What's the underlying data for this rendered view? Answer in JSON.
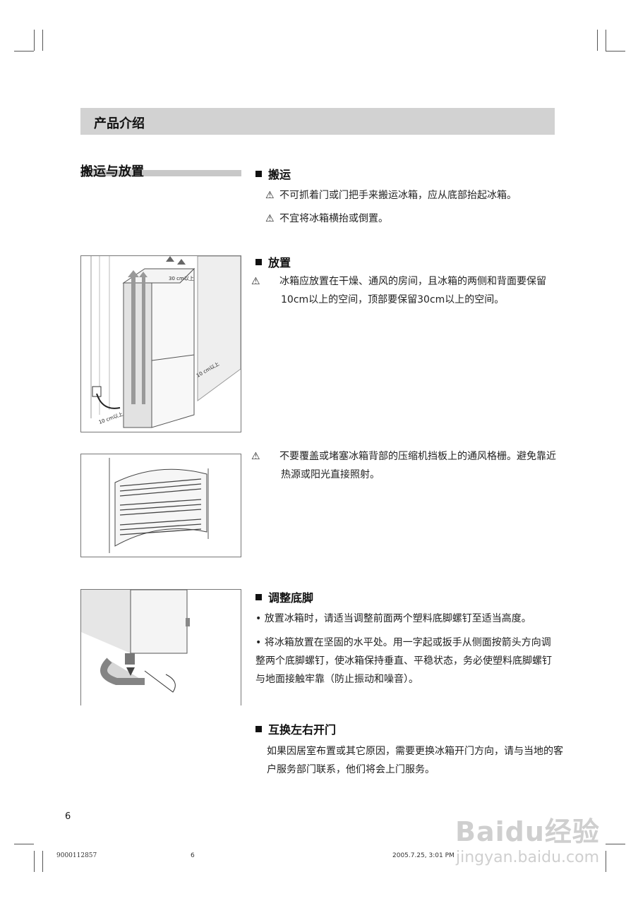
{
  "header": {
    "title": "产品介绍"
  },
  "section": {
    "title": "搬运与放置"
  },
  "transport": {
    "heading": "搬运",
    "items": [
      "不可抓着门或门把手来搬运冰箱，应从底部抬起冰箱。",
      "不宜将冰箱横抬或倒置。"
    ]
  },
  "placement": {
    "heading": "放置",
    "items": [
      "冰箱应放置在干燥、通风的房间，且冰箱的两侧和背面要保留10cm以上的空间，顶部要保留30cm以上的空间。",
      "不要覆盖或堵塞冰箱背部的压缩机挡板上的通风格栅。避免靠近热源或阳光直接照射。"
    ],
    "figure_labels": {
      "top": "30 cm以上",
      "side": "10 cm以上",
      "bottom": "10 cm以上"
    }
  },
  "feet": {
    "heading": "调整底脚",
    "items": [
      "放置冰箱时，请适当调整前面两个塑料底脚螺钉至适当高度。",
      "将冰箱放置在坚固的水平处。用一字起或扳手从侧面按箭头方向调整两个底脚螺钉，使冰箱保持垂直、平稳状态，务必使塑料底脚螺钉与地面接触牢靠（防止振动和噪音）。"
    ]
  },
  "door": {
    "heading": "互换左右开门",
    "text": "如果因居室布置或其它原因，需要更换冰箱开门方向，请与当地的客户服务部门联系，他们将会上门服务。"
  },
  "page_number": "6",
  "footer": {
    "doc_id": "9000112857",
    "page": "6",
    "date": "2005.7.25, 3:01 PM"
  },
  "watermark": {
    "brand": "Baidu经验",
    "url": "jingyan.baidu.com"
  },
  "icons": {
    "warning": "warning-triangle-icon",
    "bullet": "square-bullet-icon"
  }
}
